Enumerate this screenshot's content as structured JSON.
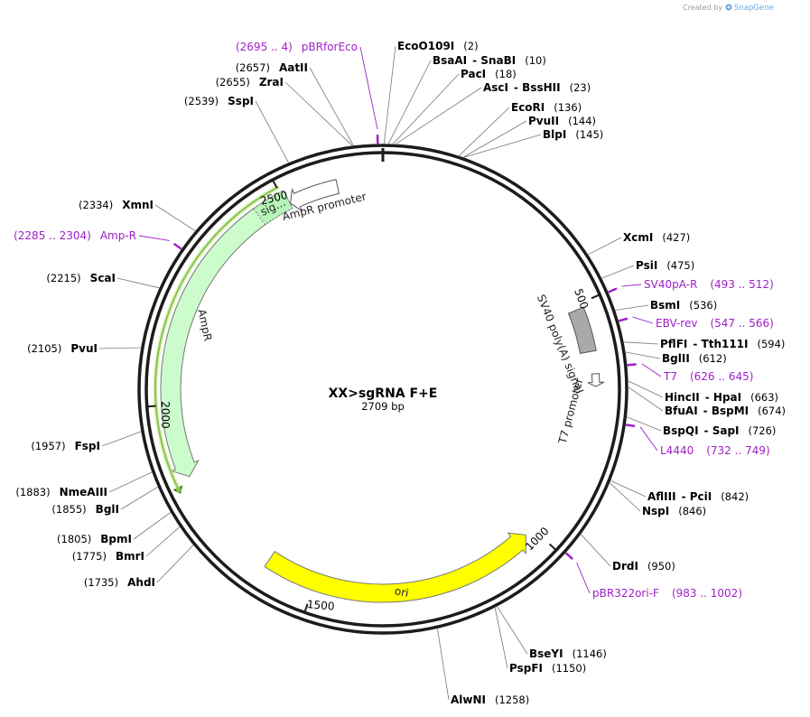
{
  "credit": {
    "prefix": "Created by",
    "brand": "SnapGene"
  },
  "plasmid": {
    "name": "XX>sgRNA F+E",
    "length_label": "2709 bp",
    "length": 2709
  },
  "colors": {
    "backbone": "#1c1c1c",
    "primer": "#a020c8",
    "label": "#000000",
    "ampr_fill": "#ccfccc",
    "ori_fill": "#ffff00",
    "polyA_fill": "#a9a9a9",
    "orf_outline": "#2e7d00"
  },
  "ruler": [
    {
      "bp": 500,
      "label": "500"
    },
    {
      "bp": 1000,
      "label": "1000"
    },
    {
      "bp": 1500,
      "label": "1500"
    },
    {
      "bp": 2000,
      "label": "2000"
    },
    {
      "bp": 2500,
      "label": "2500"
    }
  ],
  "enzymes": [
    {
      "name": "EcoO109I",
      "pos": "(2)"
    },
    {
      "name": "BsaAI",
      "name2": "SnaBI",
      "pos": "(10)"
    },
    {
      "name": "PacI",
      "pos": "(18)"
    },
    {
      "name": "AscI",
      "name2": "BssHII",
      "pos": "(23)"
    },
    {
      "name": "EcoRI",
      "pos": "(136)"
    },
    {
      "name": "PvuII",
      "pos": "(144)"
    },
    {
      "name": "BlpI",
      "pos": "(145)"
    },
    {
      "name": "XcmI",
      "pos": "(427)"
    },
    {
      "name": "PsiI",
      "pos": "(475)"
    },
    {
      "name": "BsmI",
      "pos": "(536)"
    },
    {
      "name": "PflFI",
      "name2": "Tth111I",
      "pos": "(594)"
    },
    {
      "name": "BglII",
      "pos": "(612)"
    },
    {
      "name": "HincII",
      "name2": "HpaI",
      "pos": "(663)"
    },
    {
      "name": "BfuAI",
      "name2": "BspMI",
      "pos": "(674)"
    },
    {
      "name": "BspQI",
      "name2": "SapI",
      "pos": "(726)"
    },
    {
      "name": "AflIII",
      "name2": "PciI",
      "pos": "(842)"
    },
    {
      "name": "NspI",
      "pos": "(846)"
    },
    {
      "name": "DrdI",
      "pos": "(950)"
    },
    {
      "name": "BseYI",
      "pos": "(1146)"
    },
    {
      "name": "PspFI",
      "pos": "(1150)"
    },
    {
      "name": "AlwNI",
      "pos": "(1258)"
    },
    {
      "name": "AhdI",
      "pos": "(1735)"
    },
    {
      "name": "BmrI",
      "pos": "(1775)"
    },
    {
      "name": "BpmI",
      "pos": "(1805)"
    },
    {
      "name": "BglI",
      "pos": "(1855)"
    },
    {
      "name": "NmeAIII",
      "pos": "(1883)"
    },
    {
      "name": "FspI",
      "pos": "(1957)"
    },
    {
      "name": "PvuI",
      "pos": "(2105)"
    },
    {
      "name": "ScaI",
      "pos": "(2215)"
    },
    {
      "name": "XmnI",
      "pos": "(2334)"
    },
    {
      "name": "SspI",
      "pos": "(2539)"
    },
    {
      "name": "ZraI",
      "pos": "(2655)"
    },
    {
      "name": "AatII",
      "pos": "(2657)"
    }
  ],
  "primers": [
    {
      "name": "pBRforEco",
      "range": "(2695 .. 4)"
    },
    {
      "name": "SV40pA-R",
      "range": "(493 .. 512)"
    },
    {
      "name": "EBV-rev",
      "range": "(547 .. 566)"
    },
    {
      "name": "T7",
      "range": "(626 .. 645)"
    },
    {
      "name": "L4440",
      "range": "(732 .. 749)"
    },
    {
      "name": "pBR322ori-F",
      "range": "(983 .. 1002)"
    },
    {
      "name": "Amp-R",
      "range": "(2285 .. 2304)"
    }
  ],
  "features": [
    {
      "name": "AmpR",
      "start": 1849,
      "end": 2509,
      "strand": "-"
    },
    {
      "name": "sig…",
      "start": 2441,
      "end": 2509
    },
    {
      "name": "AmpR promoter",
      "start": 2510,
      "end": 2614
    },
    {
      "name": "ori",
      "start": 1020,
      "end": 1608,
      "strand": "-"
    },
    {
      "name": "SV40 poly(A) signal",
      "start": 482,
      "end": 603
    },
    {
      "name": "T7 promoter",
      "start": 626,
      "end": 645
    }
  ]
}
